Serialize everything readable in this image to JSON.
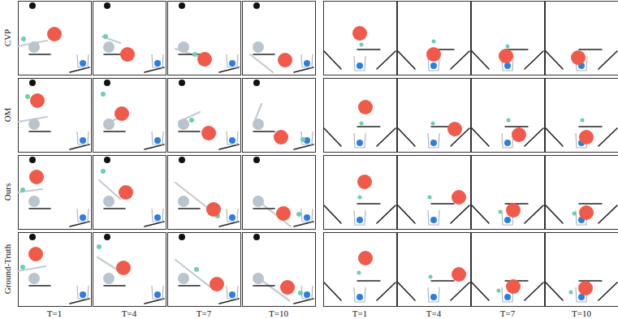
{
  "diagram": {
    "labels": [
      "CVP",
      "OM",
      "Ours",
      "Ground-Truth",
      "T=1",
      "T=4",
      "T=7",
      "T=10",
      "T=1",
      "T=4",
      "T=7",
      "T=10"
    ]
  }
}
